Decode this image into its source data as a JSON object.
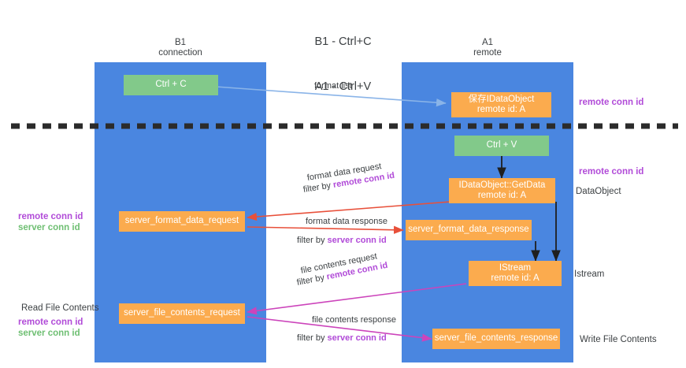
{
  "title": {
    "line1": "B1 - Ctrl+C",
    "line2": "A1 - Ctrl+V"
  },
  "lanes": [
    {
      "id": "b1",
      "name": "B1",
      "role": "connection",
      "color": "#4a86e0"
    },
    {
      "id": "a1",
      "name": "A1",
      "role": "remote",
      "color": "#4a86e0"
    }
  ],
  "nodes": {
    "ctrl_c": {
      "line1": "Ctrl + C",
      "line2": "",
      "color": "#82c98a"
    },
    "idataobject_store": {
      "line1": "保存IDataObject",
      "line2": "remote id: A",
      "color": "#fbab4e"
    },
    "ctrl_v": {
      "line1": "Ctrl + V",
      "line2": "",
      "color": "#82c98a"
    },
    "getdata": {
      "line1": "IDataObject::GetData",
      "line2": "remote id: A",
      "color": "#fbab4e"
    },
    "fmt_req": {
      "line1": "server_format_data_request",
      "line2": "",
      "color": "#fbab4e"
    },
    "fmt_resp": {
      "line1": "server_format_data_response",
      "line2": "",
      "color": "#fbab4e"
    },
    "istream": {
      "line1": "IStream",
      "line2": "remote id: A",
      "color": "#fbab4e"
    },
    "file_req": {
      "line1": "server_file_contents_request",
      "line2": "",
      "color": "#fbab4e"
    },
    "file_resp": {
      "line1": "server_file_contents_response",
      "line2": "",
      "color": "#fbab4e"
    }
  },
  "edge_labels": {
    "format_list": "format list",
    "fmt_data_request": "format data request",
    "fmt_filter_remote_pre": "filter by ",
    "fmt_filter_remote_key": "remote conn id",
    "fmt_data_response": "format data response",
    "fmt_filter_server_pre": "filter by ",
    "fmt_filter_server_key": "server conn id",
    "file_contents_request": "file contents request",
    "file_filter_remote_pre": "filter by ",
    "file_filter_remote_key": "remote conn id",
    "file_contents_response": "file contents response",
    "file_filter_server_pre": "filter by ",
    "file_filter_server_key": "server conn id"
  },
  "annotations": {
    "right_remote_conn_top": "remote conn id",
    "right_remote_conn_mid": "remote conn id",
    "right_dataobject": "DataObject",
    "right_istream": "Istream",
    "right_write_file": "Write File Contents",
    "left_remote_conn": "remote conn id",
    "left_server_conn": "server conn id",
    "left_read_file": "Read File Contents",
    "left_remote_conn2": "remote conn id",
    "left_server_conn2": "server conn id"
  },
  "colors": {
    "lane": "#4a86e0",
    "orange": "#fbab4e",
    "green": "#82c98a",
    "purple": "#b14bd8",
    "green_text": "#6fbf73",
    "red_arrow": "#e8503a",
    "magenta_arrow": "#cc44bb",
    "blue_arrow": "#8ab4e8",
    "divider": "#2b2b2b"
  }
}
